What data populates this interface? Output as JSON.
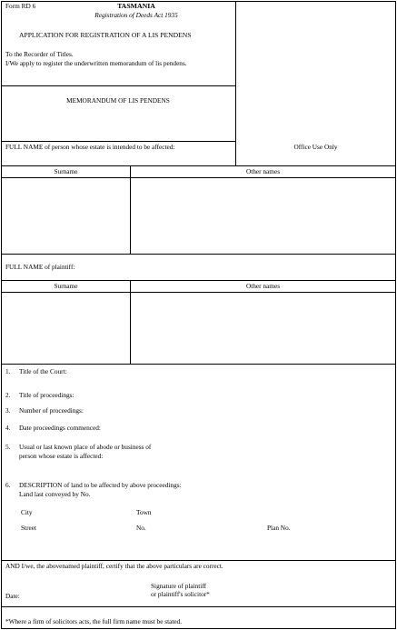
{
  "form_number": "Form RD 6",
  "jurisdiction": "TASMANIA",
  "act": "Registration of Deeds Act 1935",
  "application_title": "APPLICATION FOR REGISTRATION OF A LIS PENDENS",
  "addressee": "To the Recorder of Titles.",
  "applicant_statement": "I/We apply to register the underwritten memorandum of lis pendens.",
  "memorandum_title": "MEMORANDUM OF LIS PENDENS",
  "office_use": "Office Use Only",
  "affected_person": {
    "heading": "FULL NAME of person whose estate is intended to be affected:",
    "surname_header": "Surname",
    "other_names_header": "Other names"
  },
  "plaintiff": {
    "heading": "FULL NAME of plaintiff:",
    "surname_header": "Surname",
    "other_names_header": "Other names"
  },
  "items": [
    {
      "num": "1.",
      "text": "Title of the Court:"
    },
    {
      "num": "2.",
      "text": "Title of proceedings:"
    },
    {
      "num": "3.",
      "text": "Number of proceedings:"
    },
    {
      "num": "4.",
      "text": "Date proceedings commenced:"
    },
    {
      "num": "5.",
      "text": "Usual or last known place of abode or business of",
      "text2": "person whose estate is affected:"
    },
    {
      "num": "6.",
      "text": "DESCRIPTION of land to be affected by above proceedings:",
      "text2": "Land last conveyed by No."
    }
  ],
  "land": {
    "city": "City",
    "town": "Town",
    "street": "Street",
    "no": "No.",
    "plan_no": "Plan No."
  },
  "certification": "AND I/we, the abovenamed plaintiff, certify that the above particulars are correct.",
  "signature_line1": "Signature of plaintiff",
  "signature_line2": "or plaintiff's solicitor*",
  "date_label": "Date:",
  "footnote": "*Where a firm of solicitors acts, the full firm name must be stated."
}
